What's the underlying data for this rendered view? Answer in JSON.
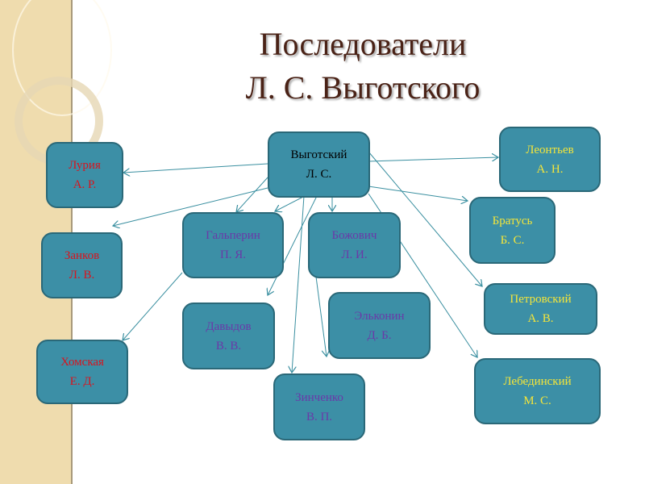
{
  "title": {
    "line1": "Последователи",
    "line2": "Л. С. Выготского"
  },
  "colors": {
    "box": "#3c8fa6",
    "red": "#d8141e",
    "purple": "#6a3aa8",
    "yellow": "#f4e53a"
  },
  "nodes": {
    "vygotsky": {
      "name": "Выготский",
      "init": "Л. С."
    },
    "luria": {
      "name": "Лурия",
      "init": "А. Р."
    },
    "zankov": {
      "name": "Занков",
      "init": "Л. В."
    },
    "khomskaya": {
      "name": "Хомская",
      "init": "Е. Д."
    },
    "galperin": {
      "name": "Гальперин",
      "init": "П. Я."
    },
    "bozhovich": {
      "name": "Божович",
      "init": "Л. И."
    },
    "davydov": {
      "name": "Давыдов",
      "init": "В. В."
    },
    "elkonin": {
      "name": "Эльконин",
      "init": "Д. Б."
    },
    "zinchenko": {
      "name": "Зинченко",
      "init": "В. П."
    },
    "leontiev": {
      "name": "Леонтьев",
      "init": "А. Н."
    },
    "bratus": {
      "name": "Братусь",
      "init": "Б. С."
    },
    "petrovsky": {
      "name": "Петровский",
      "init": "А. В."
    },
    "lebedinsky": {
      "name": "Лебединский",
      "init": "М. С."
    }
  }
}
